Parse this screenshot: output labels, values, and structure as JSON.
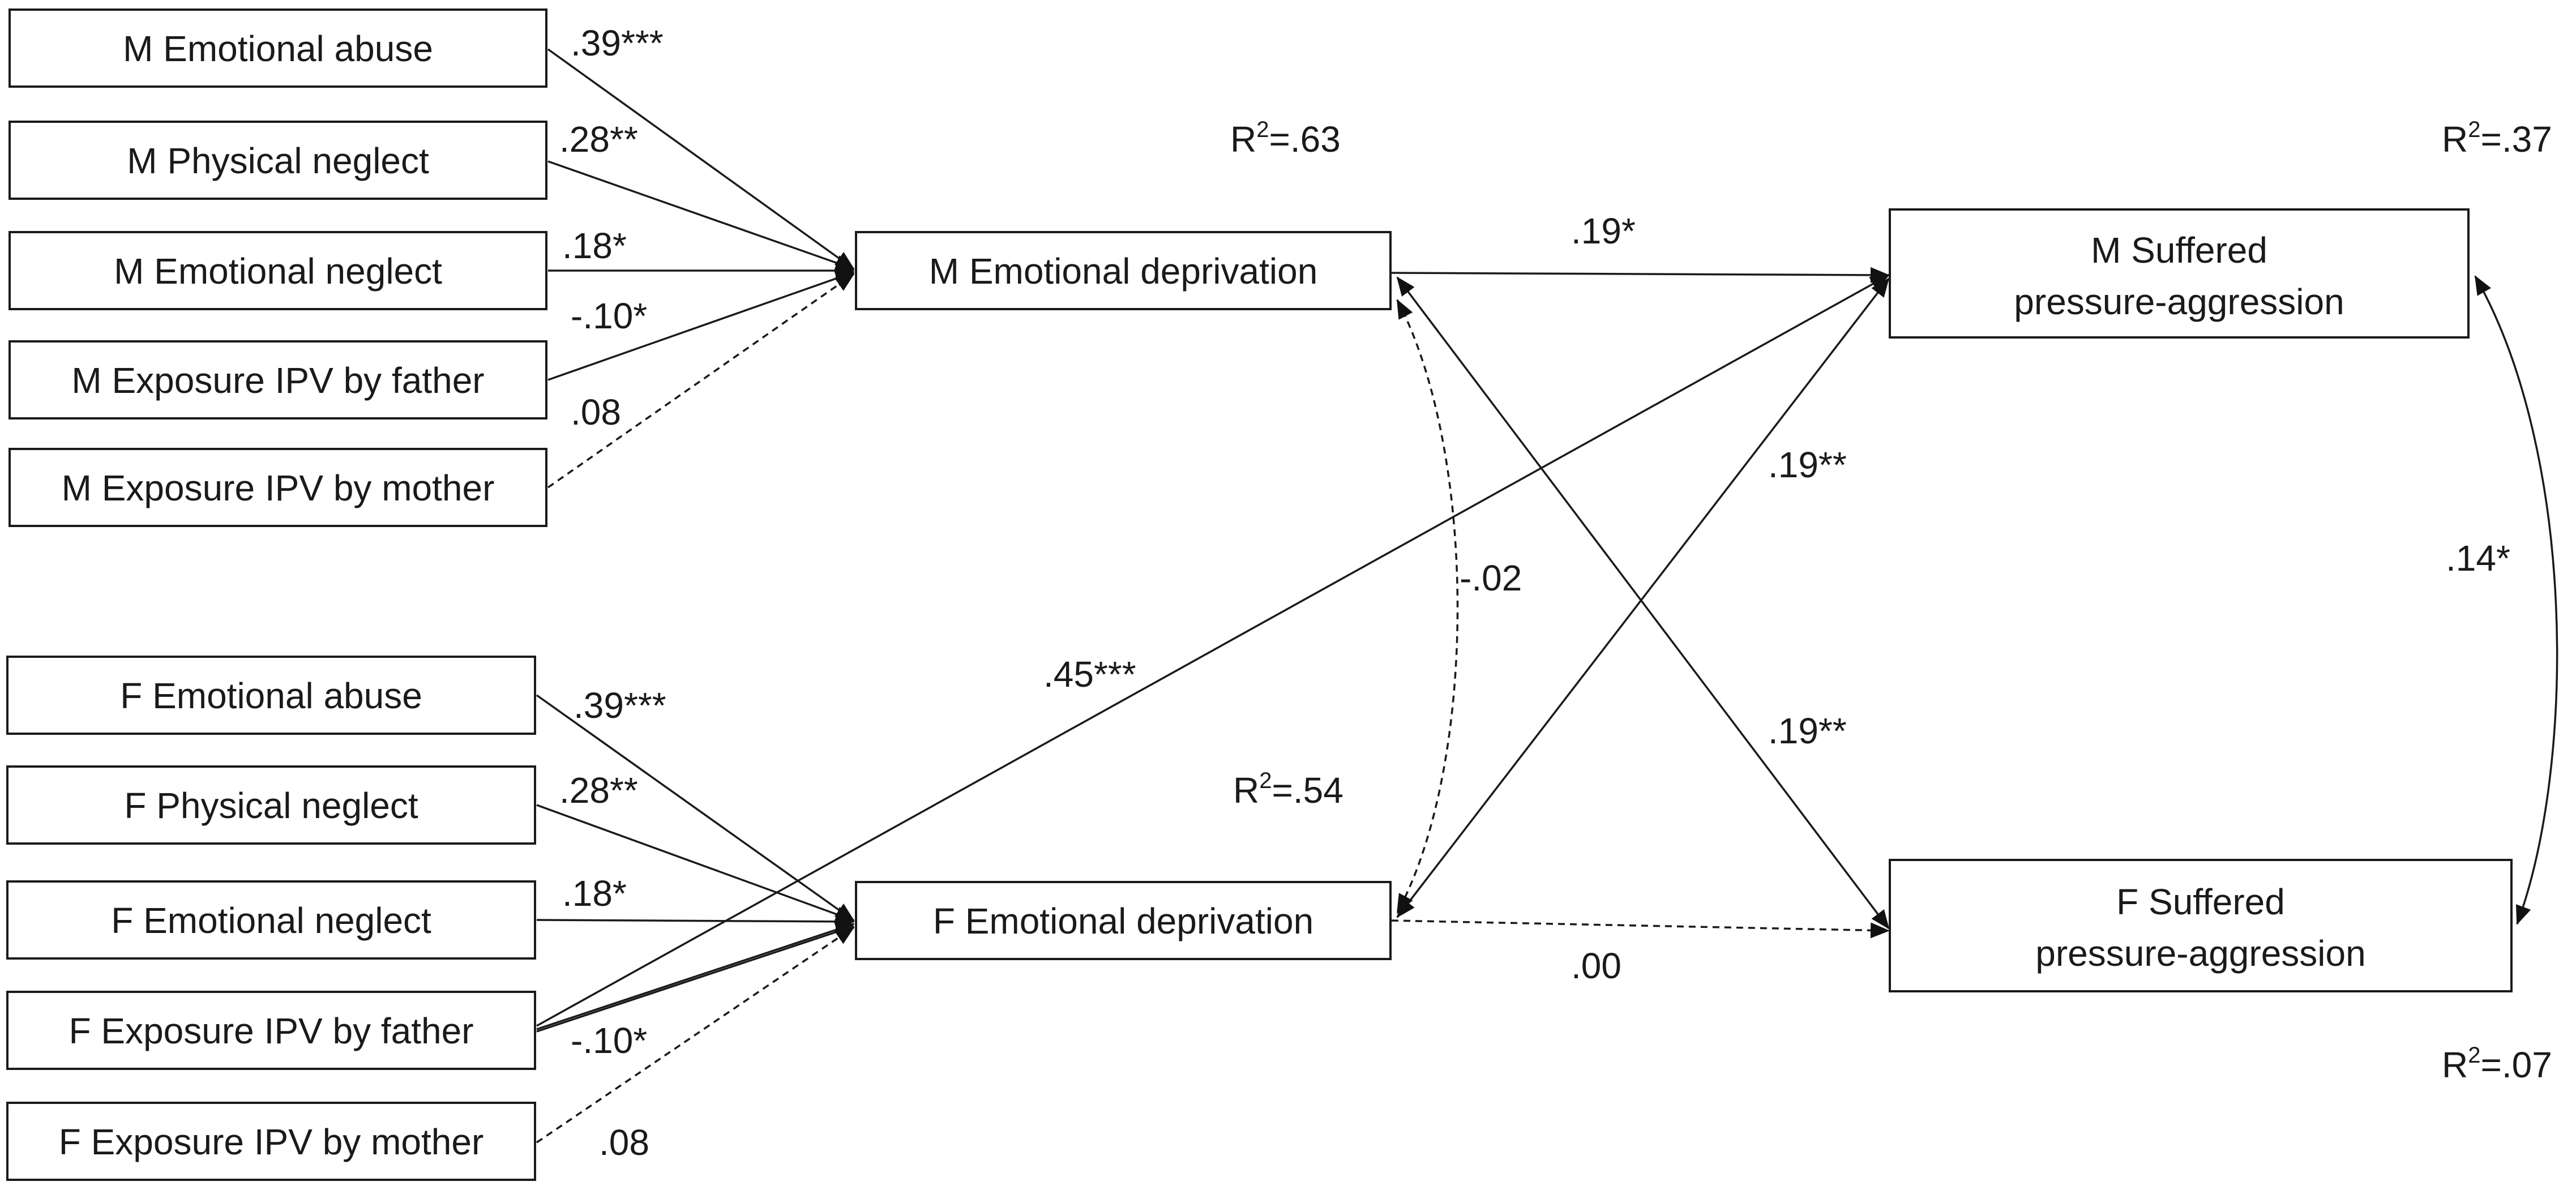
{
  "boxes": {
    "m_emotional_abuse": "M Emotional abuse",
    "m_physical_neglect": "M Physical neglect",
    "m_emotional_neglect": "M Emotional neglect",
    "m_exposure_ipv_father": "M Exposure IPV by father",
    "m_exposure_ipv_mother": "M Exposure IPV by mother",
    "f_emotional_abuse": "F Emotional abuse",
    "f_physical_neglect": "F Physical neglect",
    "f_emotional_neglect": "F Emotional neglect",
    "f_exposure_ipv_father": "F Exposure IPV by father",
    "f_exposure_ipv_mother": "F Exposure IPV by mother",
    "m_emotional_deprivation": "M Emotional deprivation",
    "f_emotional_deprivation": "F Emotional deprivation",
    "m_suffered_line1": "M Suffered",
    "m_suffered_line2": "pressure-aggression",
    "f_suffered_line1": "F Suffered",
    "f_suffered_line2": "pressure-aggression"
  },
  "r_squared": {
    "m_emotional_deprivation": {
      "prefix": "R",
      "sup": "2",
      "value": "=.63"
    },
    "f_emotional_deprivation": {
      "prefix": "R",
      "sup": "2",
      "value": "=.54"
    },
    "m_suffered": {
      "prefix": "R",
      "sup": "2",
      "value": "=.37"
    },
    "f_suffered": {
      "prefix": "R",
      "sup": "2",
      "value": "=.07"
    }
  },
  "coefficients": {
    "m_abuse_to_m_depr": ".39***",
    "m_phys_to_m_depr": ".28**",
    "m_emoneg_to_m_depr": ".18*",
    "m_ipvf_to_m_depr": "-.10*",
    "m_ipvm_to_m_depr": ".08",
    "f_abuse_to_f_depr": ".39***",
    "f_phys_to_f_depr": ".28**",
    "f_emoneg_to_f_depr": ".18*",
    "f_ipvf_to_f_depr": "-.10*",
    "f_ipvm_to_f_depr": ".08",
    "m_depr_to_m_suff": ".19*",
    "f_depr_to_f_suff": ".00",
    "f_depr_to_m_suff": ".19**",
    "m_depr_to_f_suff": ".19**",
    "f_ipvf_to_m_suff": ".45***",
    "depr_covariance": "-.02",
    "suff_covariance": ".14*"
  }
}
